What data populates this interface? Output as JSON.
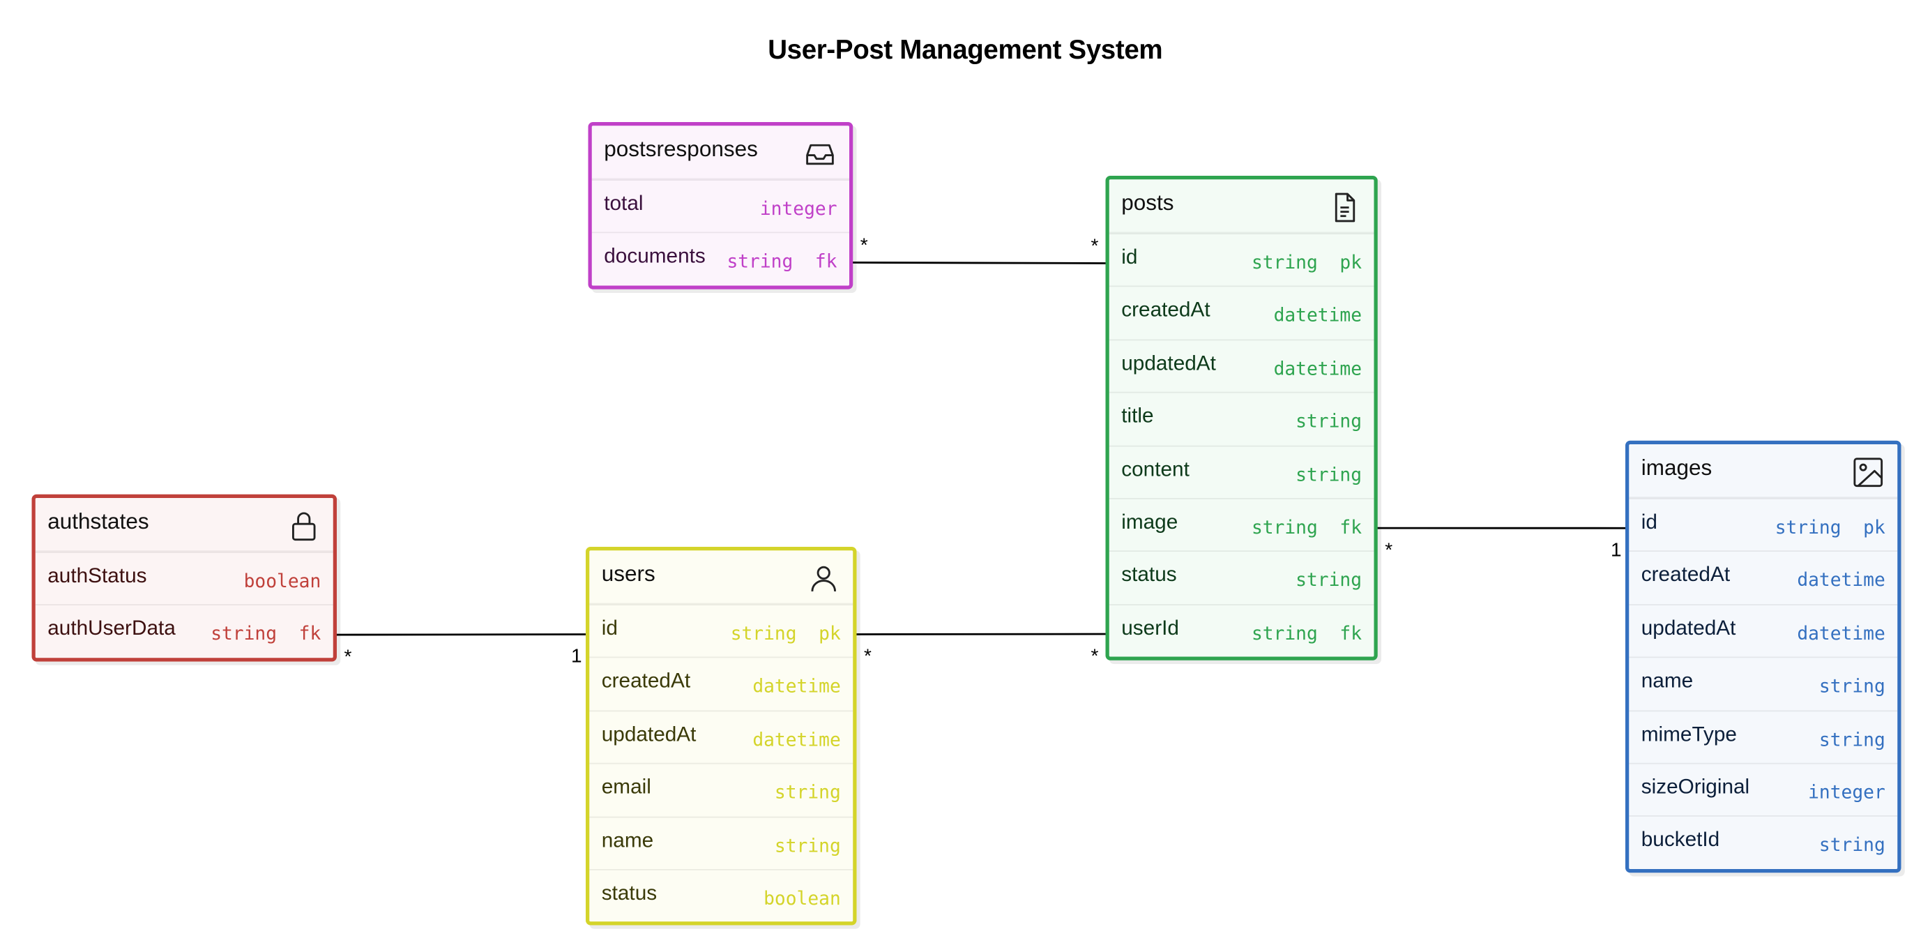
{
  "title": "User-Post Management System",
  "entities": {
    "postsresponses": {
      "name": "postsresponses",
      "icon": "inbox-icon",
      "color": "#c040c8",
      "bg": "#fcf4fc",
      "text": "#3a103d",
      "fields": [
        {
          "name": "total",
          "type": "integer"
        },
        {
          "name": "documents",
          "type": "string  fk"
        }
      ]
    },
    "posts": {
      "name": "posts",
      "icon": "document-icon",
      "color": "#2ea44f",
      "bg": "#f3fbf5",
      "text": "#0d3a1a",
      "fields": [
        {
          "name": "id",
          "type": "string  pk"
        },
        {
          "name": "createdAt",
          "type": "datetime"
        },
        {
          "name": "updatedAt",
          "type": "datetime"
        },
        {
          "name": "title",
          "type": "string"
        },
        {
          "name": "content",
          "type": "string"
        },
        {
          "name": "image",
          "type": "string  fk"
        },
        {
          "name": "status",
          "type": "string"
        },
        {
          "name": "userId",
          "type": "string  fk"
        }
      ]
    },
    "authstates": {
      "name": "authstates",
      "icon": "lock-icon",
      "color": "#c0403a",
      "bg": "#fcf4f4",
      "text": "#3d1010",
      "fields": [
        {
          "name": "authStatus",
          "type": "boolean"
        },
        {
          "name": "authUserData",
          "type": "string  fk"
        }
      ]
    },
    "users": {
      "name": "users",
      "icon": "user-icon",
      "color": "#d4d42a",
      "bg": "#fdfdf3",
      "text": "#3a3a08",
      "fields": [
        {
          "name": "id",
          "type": "string  pk"
        },
        {
          "name": "createdAt",
          "type": "datetime"
        },
        {
          "name": "updatedAt",
          "type": "datetime"
        },
        {
          "name": "email",
          "type": "string"
        },
        {
          "name": "name",
          "type": "string"
        },
        {
          "name": "status",
          "type": "boolean"
        }
      ]
    },
    "images": {
      "name": "images",
      "icon": "image-icon",
      "color": "#3470c0",
      "bg": "#f5f8fc",
      "text": "#0c1f3a",
      "fields": [
        {
          "name": "id",
          "type": "string  pk"
        },
        {
          "name": "createdAt",
          "type": "datetime"
        },
        {
          "name": "updatedAt",
          "type": "datetime"
        },
        {
          "name": "name",
          "type": "string"
        },
        {
          "name": "mimeType",
          "type": "string"
        },
        {
          "name": "sizeOriginal",
          "type": "integer"
        },
        {
          "name": "bucketId",
          "type": "string"
        }
      ]
    }
  },
  "relations": [
    {
      "from": "postsresponses.documents",
      "to": "posts.id",
      "from_card": "*",
      "to_card": "*"
    },
    {
      "from": "posts.image",
      "to": "images.id",
      "from_card": "*",
      "to_card": "1"
    },
    {
      "from": "authstates.authUserData",
      "to": "users.id",
      "from_card": "*",
      "to_card": "1"
    },
    {
      "from": "users.id",
      "to": "posts.userId",
      "from_card": "*",
      "to_card": "*"
    }
  ]
}
